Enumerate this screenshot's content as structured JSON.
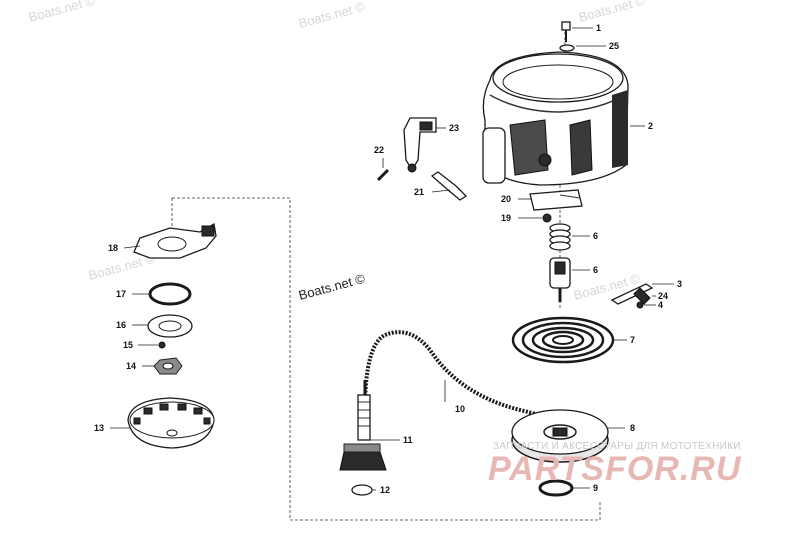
{
  "watermarks": {
    "boats": "Boats.net ©",
    "banner_subtitle": "ЗАПЧАСТИ И АКСЕССУАРЫ ДЛЯ МОТОТЕХНИКИ",
    "banner_logo": "PARTSFOR.RU"
  },
  "callouts": {
    "c1": "1",
    "c25": "25",
    "c2": "2",
    "c23": "23",
    "c22": "22",
    "c21": "21",
    "c20": "20",
    "c19": "19",
    "c6a": "6",
    "c6b": "6",
    "c3": "3",
    "c24": "24",
    "c4": "4",
    "c7": "7",
    "c18": "18",
    "c17": "17",
    "c16": "16",
    "c15": "15",
    "c14": "14",
    "c13": "13",
    "c10": "10",
    "c8": "8",
    "c11": "11",
    "c12": "12",
    "c9": "9"
  },
  "colors": {
    "line": "#1a1a1a",
    "watermark": "#d6d6d6",
    "logo": "#e7b7b3"
  }
}
